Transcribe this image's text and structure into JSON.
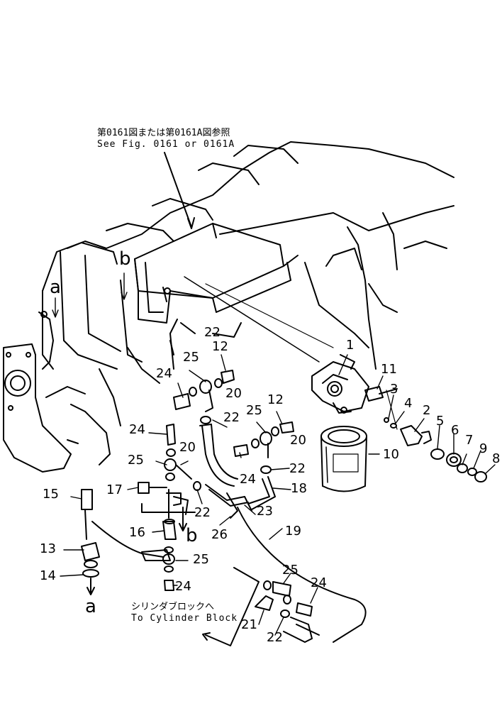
{
  "notes": {
    "ref_jp": "第0161図または第0161A図参照",
    "ref_en": "See Fig. 0161 or 0161A",
    "to_jp": "シリンダブロックへ",
    "to_en": "To Cylinder Block"
  },
  "view_markers": {
    "a": "a",
    "b": "b"
  },
  "callouts": [
    "1",
    "2",
    "3",
    "4",
    "5",
    "6",
    "7",
    "8",
    "9",
    "10",
    "11",
    "12",
    "12",
    "13",
    "14",
    "15",
    "16",
    "17",
    "18",
    "19",
    "20",
    "20",
    "20",
    "21",
    "22",
    "22",
    "22",
    "22",
    "22",
    "23",
    "24",
    "24",
    "24",
    "24",
    "24",
    "25",
    "25",
    "25",
    "25",
    "25",
    "26"
  ]
}
